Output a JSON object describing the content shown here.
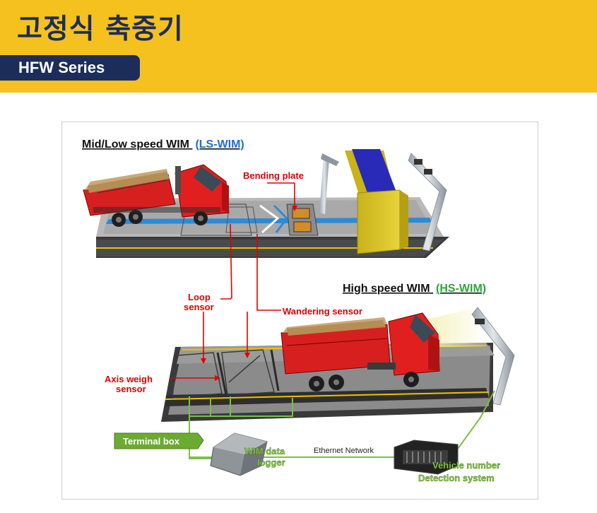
{
  "header": {
    "title": "고정식 축중기",
    "series_badge": "HFW Series",
    "background_color": "#f5c11e",
    "text_color": "#1d2d5a"
  },
  "diagram": {
    "ls_wim": {
      "label": "Mid/Low speed WIM",
      "tag": "(LS-WIM)",
      "tag_color": "#1f6fd1"
    },
    "hs_wim": {
      "label": "High speed WIM",
      "tag": "(HS-WIM)",
      "tag_color": "#2aa83a"
    },
    "labels": {
      "bending_plate": "Bending plate",
      "loop_sensor_1": "Loop",
      "loop_sensor_2": "sensor",
      "wandering_sensor": "Wandering sensor",
      "axis_weigh_1": "Axis weigh",
      "axis_weigh_2": "sensor",
      "terminal_box": "Terminal box",
      "wim_logger_1": "WIM data",
      "wim_logger_2": "logger",
      "ethernet": "Ethernet Network",
      "vehicle_detect_1": "Vehicle number",
      "vehicle_detect_2": "Detection system"
    },
    "annotation_color": "#e00000",
    "link_color": "#7ac143"
  }
}
